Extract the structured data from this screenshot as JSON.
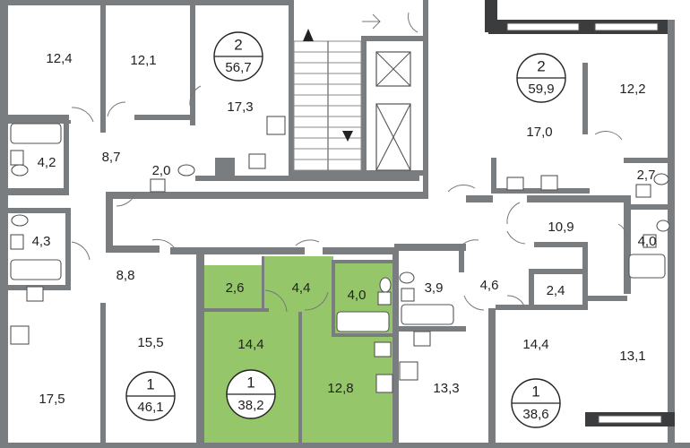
{
  "units": [
    {
      "rooms": "2",
      "area": "56,7"
    },
    {
      "rooms": "2",
      "area": "59,9"
    },
    {
      "rooms": "1",
      "area": "46,1"
    },
    {
      "rooms": "1",
      "area": "38,2"
    },
    {
      "rooms": "1",
      "area": "38,6"
    }
  ],
  "room_labels": [
    "12,4",
    "12,1",
    "17,3",
    "8,7",
    "4,2",
    "2,0",
    "17,0",
    "12,2",
    "2,7",
    "10,9",
    "4,0",
    "4,3",
    "8,8",
    "17,5",
    "15,5",
    "2,6",
    "4,4",
    "4,0",
    "14,4",
    "12,8",
    "3,9",
    "4,6",
    "2,4",
    "14,4",
    "13,3",
    "13,1"
  ],
  "colors": {
    "highlight": "#95c66a",
    "wall": "#7a7d80",
    "wall_dark": "#3a3c3e"
  }
}
